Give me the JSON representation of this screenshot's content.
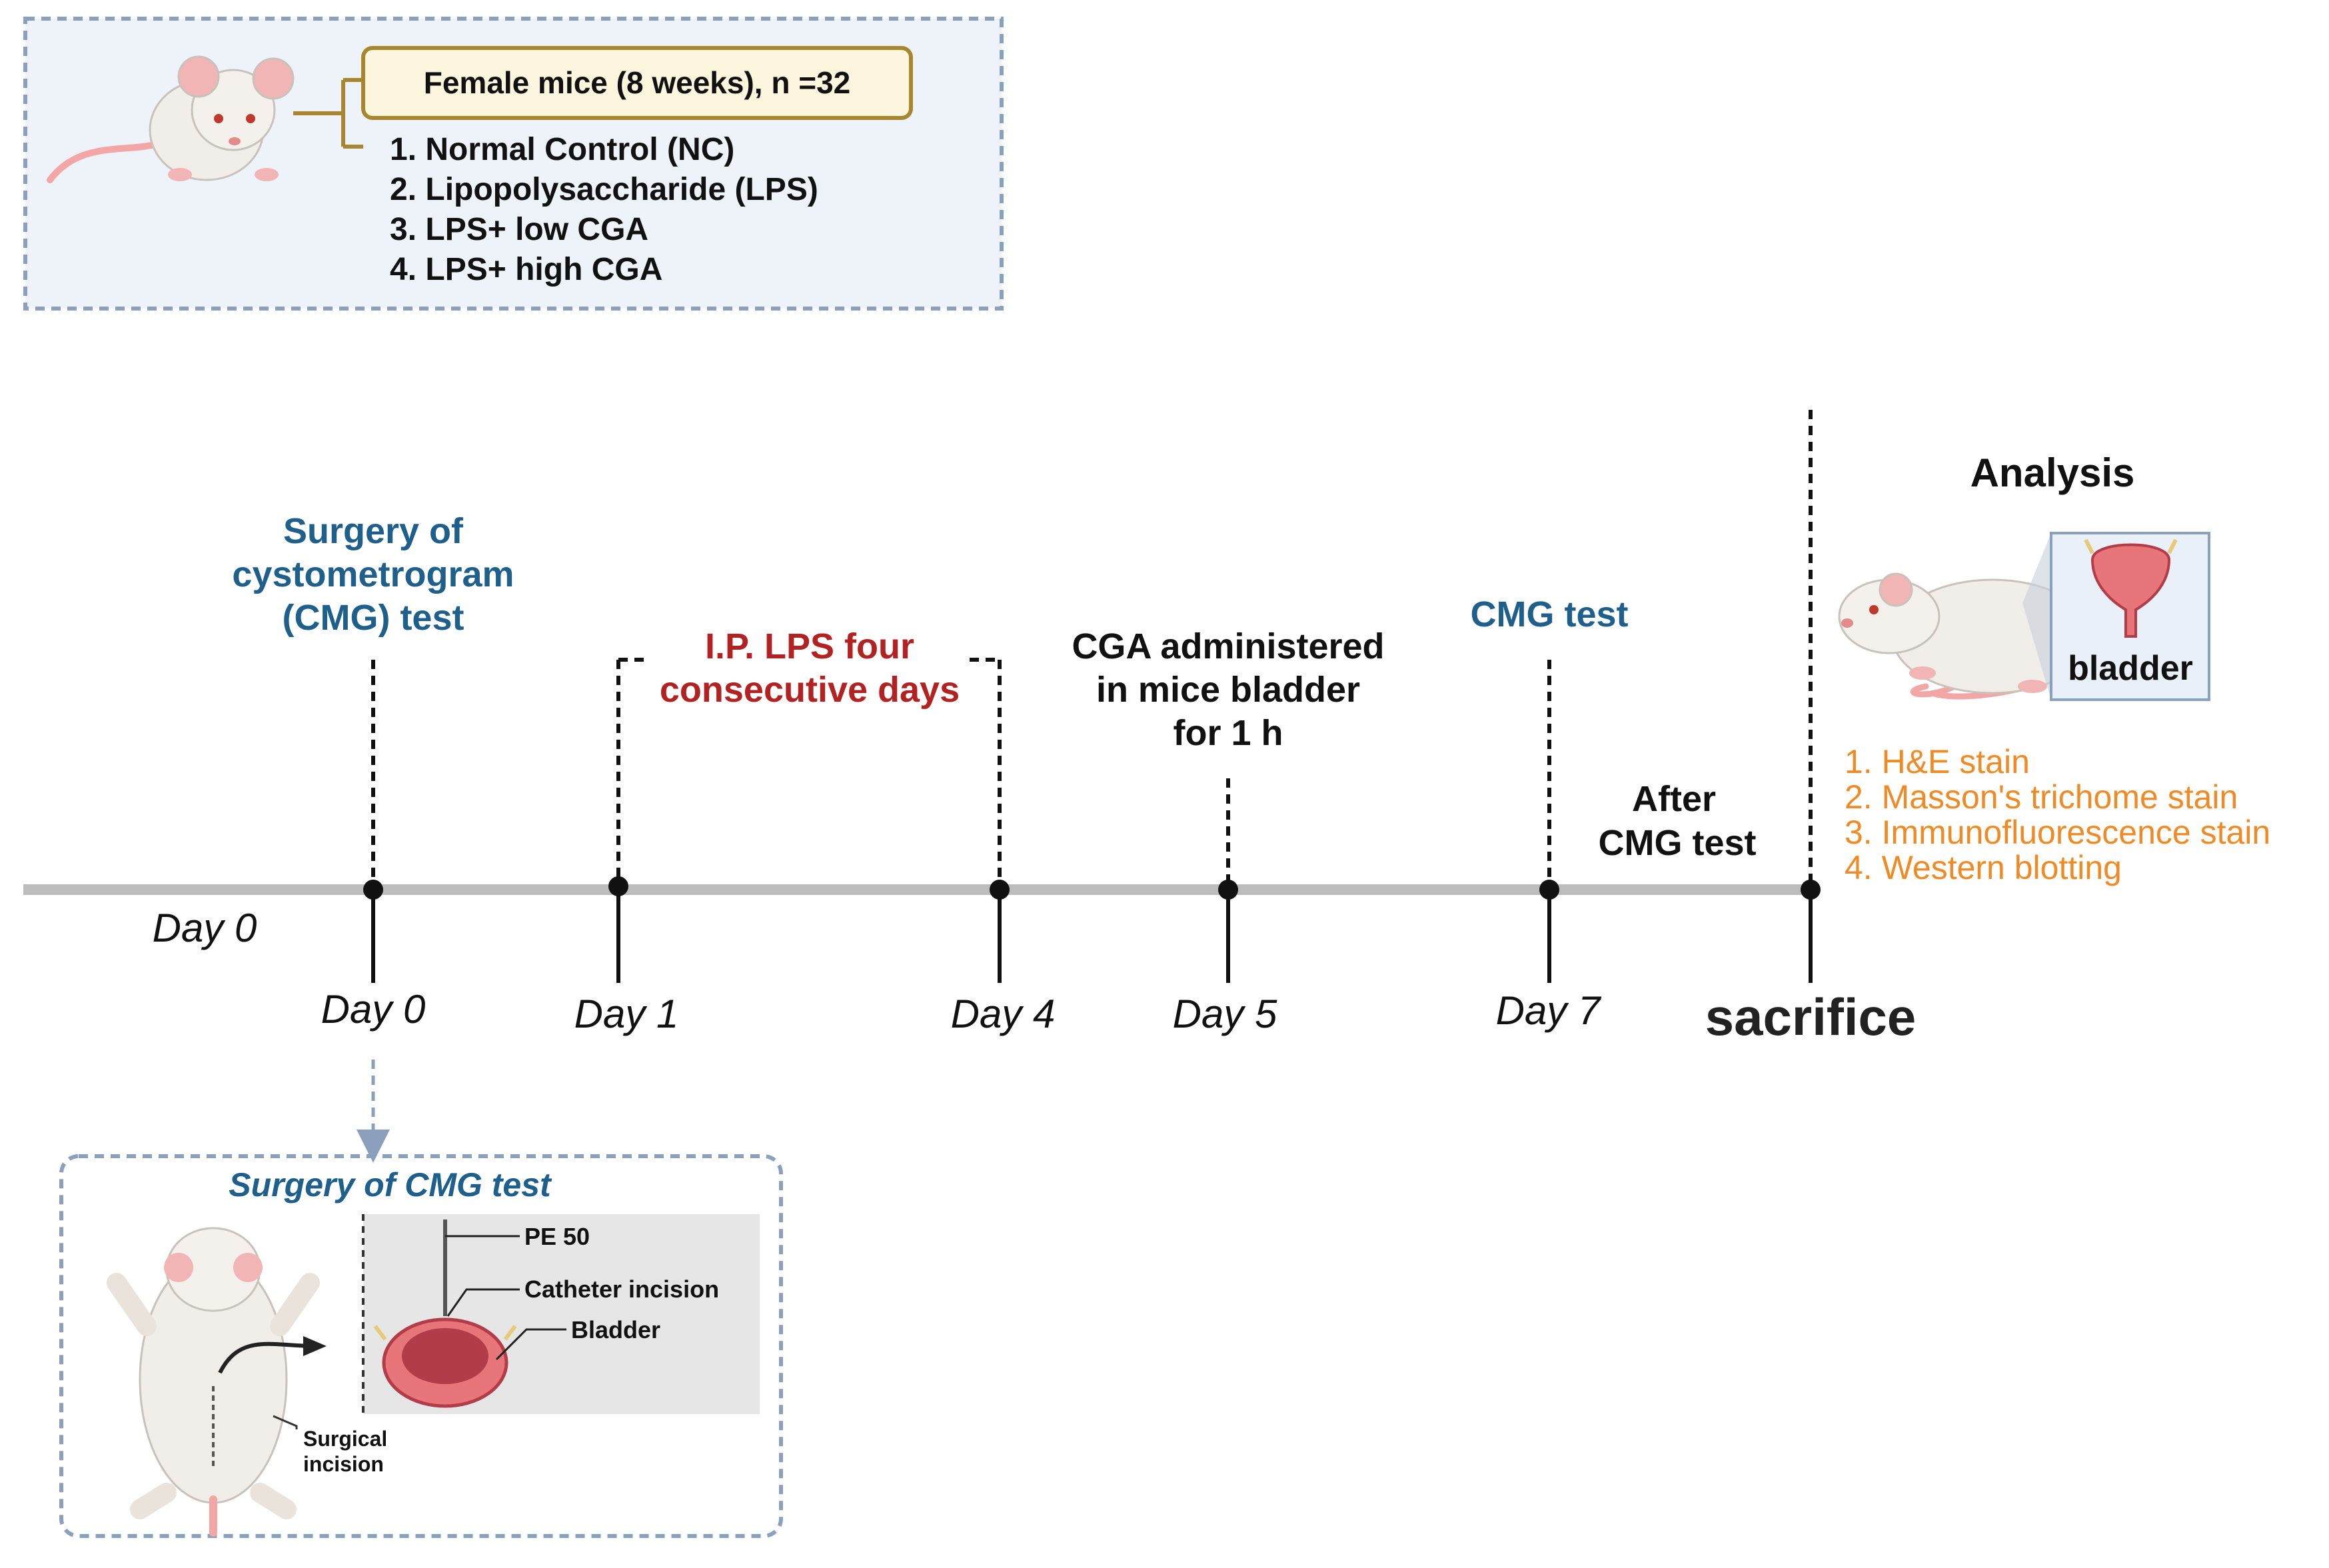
{
  "colors": {
    "blue": "#1f5f8b",
    "red": "#b22222",
    "orange": "#f08a24",
    "axis": "#bcbcbc",
    "tick": "#1a1a1a",
    "group_box_bg": "#eef3f9",
    "group_box_border": "#8aa0bd",
    "title_box_bg": "#fbf6dd",
    "title_box_border": "#a8862d",
    "surgery_inset_bg": "#e6e6e6",
    "mouse_body": "#f1ede8",
    "mouse_ear": "#f2b5b5",
    "bladder": "#e8757a",
    "bladder_dark": "#b23c47"
  },
  "groups": {
    "title": "Female mice (8 weeks), n =32",
    "items": [
      "1.  Normal Control (NC)",
      "2.  Lipopolysaccharide (LPS)",
      "3.  LPS+ low CGA",
      "4.  LPS+ high CGA"
    ]
  },
  "timeline": {
    "start_label": "Day 0",
    "ticks": [
      "Day 0",
      "Day 1",
      "Day 4",
      "Day 5",
      "Day 7"
    ],
    "end_label": "sacrifice",
    "events": {
      "surgery": [
        "Surgery of",
        "cystometrogram",
        "(CMG) test"
      ],
      "lps": [
        "I.P. LPS four",
        "consecutive days"
      ],
      "cga": [
        "CGA administered",
        "in mice bladder",
        "for 1 h"
      ],
      "cmg": [
        "CMG test"
      ],
      "after": [
        "After",
        "CMG test"
      ]
    }
  },
  "analysis": {
    "title": "Analysis",
    "organ_label": "bladder",
    "items": [
      "1.  H&E stain",
      "2.  Masson's trichome stain",
      "3.  Immunofluorescence stain",
      "4.  Western blotting"
    ]
  },
  "surgery_inset": {
    "title": "Surgery of CMG test",
    "labels": {
      "pe50": "PE 50",
      "catheter": "Catheter incision",
      "bladder": "Bladder",
      "surgical": [
        "Surgical",
        "incision"
      ]
    }
  },
  "icons": [
    "mouse-icon",
    "rat-icon",
    "bladder-icon",
    "mouse-supine-icon",
    "curved-arrow-icon"
  ]
}
